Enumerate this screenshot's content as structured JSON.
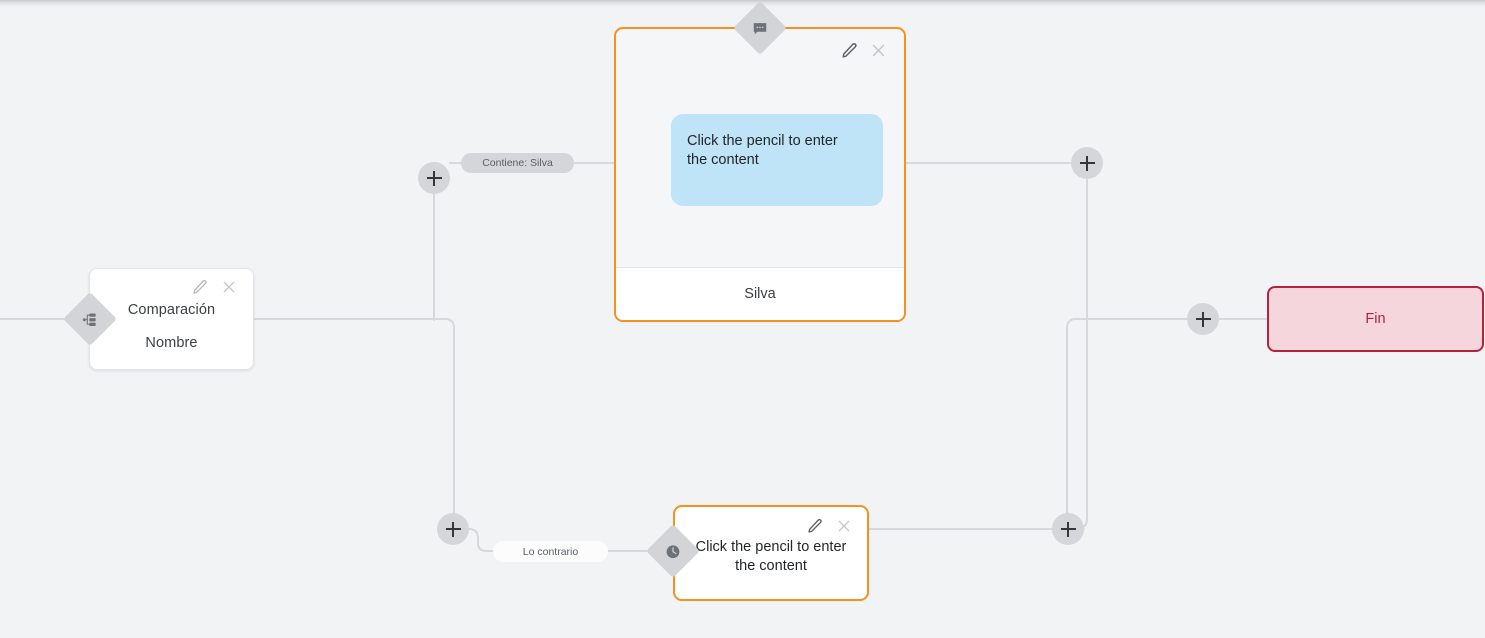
{
  "canvas": {
    "background_color": "#f2f3f5",
    "accent_orange": "#f59121",
    "end_border_color": "#b5213e",
    "end_fill_color": "#f4d6dc",
    "bubble_color": "#bfe4f7",
    "wire_color": "#d7d8dc"
  },
  "nodes": {
    "compare": {
      "name": "comparison-node",
      "title": "Comparación",
      "subtitle": "Nombre",
      "badge_icon": "branch-icon",
      "edit_icon": "pencil-icon",
      "close_icon": "close-icon"
    },
    "message": {
      "name": "message-node",
      "badge_icon": "chat-bubble-icon",
      "edit_icon": "pencil-icon",
      "close_icon": "close-icon",
      "bubble_text": "Click the pencil to enter the content",
      "footer_label": "Silva"
    },
    "wait": {
      "name": "wait-node",
      "badge_icon": "clock-icon",
      "edit_icon": "pencil-icon",
      "close_icon": "close-icon",
      "text": "Click the pencil to enter the content"
    },
    "end": {
      "name": "end-node",
      "label": "Fin"
    }
  },
  "edge_labels": {
    "condition_true": "Contiene: Silva",
    "condition_false": "Lo contrario"
  },
  "add_buttons": [
    {
      "name": "add-node-button-branch-true",
      "label": "+"
    },
    {
      "name": "add-node-button-branch-false",
      "label": "+"
    },
    {
      "name": "add-node-button-after-message",
      "label": "+"
    },
    {
      "name": "add-node-button-after-wait",
      "label": "+"
    },
    {
      "name": "add-node-button-before-end",
      "label": "+"
    }
  ]
}
